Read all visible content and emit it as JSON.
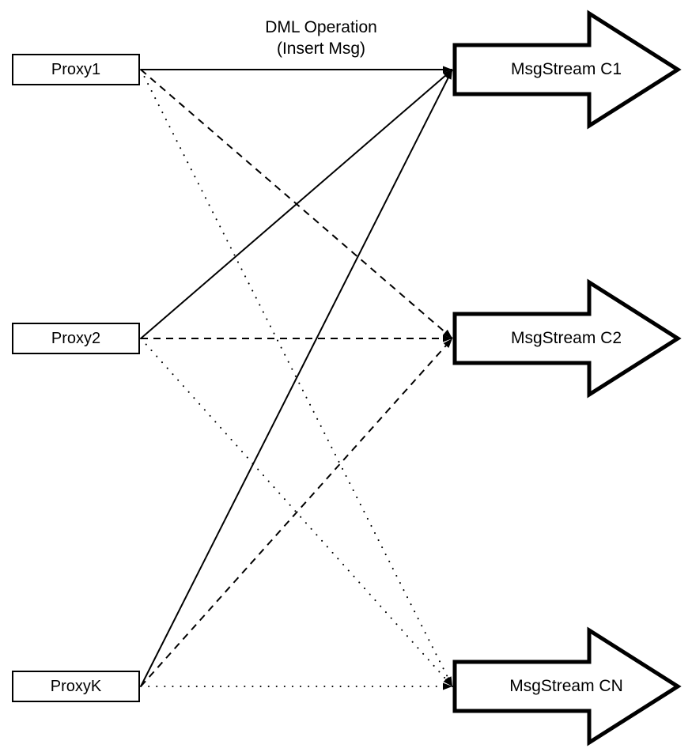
{
  "title": {
    "line1": "DML Operation",
    "line2": "(Insert Msg)"
  },
  "proxies": [
    {
      "id": "proxy1",
      "label": "Proxy1"
    },
    {
      "id": "proxy2",
      "label": "Proxy2"
    },
    {
      "id": "proxyK",
      "label": "ProxyK"
    }
  ],
  "streams": [
    {
      "id": "c1",
      "label": "MsgStream C1"
    },
    {
      "id": "c2",
      "label": "MsgStream C2"
    },
    {
      "id": "cn",
      "label": "MsgStream CN"
    }
  ],
  "edges": [
    {
      "from": "proxy1",
      "to": "c1",
      "style": "solid"
    },
    {
      "from": "proxy1",
      "to": "c2",
      "style": "dashed"
    },
    {
      "from": "proxy1",
      "to": "cn",
      "style": "dotted"
    },
    {
      "from": "proxy2",
      "to": "c1",
      "style": "solid"
    },
    {
      "from": "proxy2",
      "to": "c2",
      "style": "dashed"
    },
    {
      "from": "proxy2",
      "to": "cn",
      "style": "dotted"
    },
    {
      "from": "proxyK",
      "to": "c1",
      "style": "solid"
    },
    {
      "from": "proxyK",
      "to": "c2",
      "style": "dashed"
    },
    {
      "from": "proxyK",
      "to": "cn",
      "style": "dotted"
    }
  ],
  "colors": {
    "stroke": "#000000",
    "fill": "#ffffff"
  }
}
